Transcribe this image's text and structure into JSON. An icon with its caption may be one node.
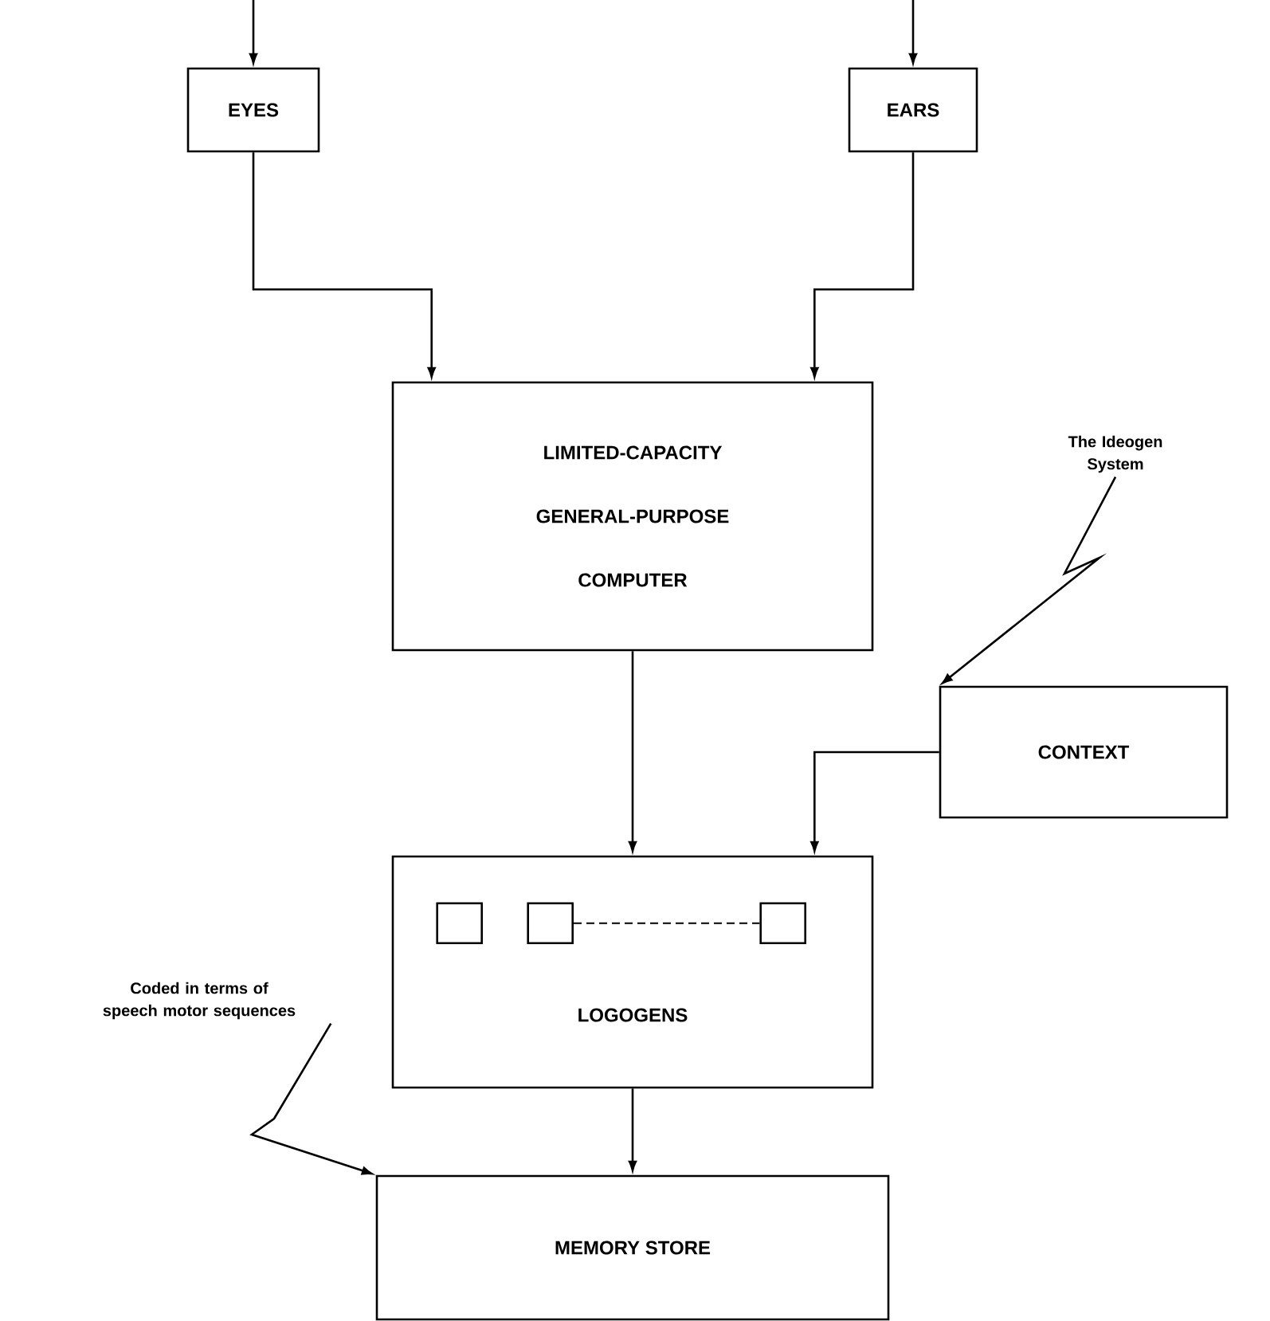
{
  "diagram": {
    "nodes": [
      {
        "text": [
          "EYES"
        ]
      },
      {
        "text": [
          "EARS"
        ]
      },
      {
        "text": [
          "LIMITED-CAPACITY GENERAL-PURPOSE COMPUTER"
        ]
      },
      {
        "text": [
          "CONTEXT"
        ]
      },
      {
        "text": [
          "LOGOGENS"
        ]
      },
      {
        "text": [],
        "shape": "box",
        "in": 4
      },
      {
        "text": [],
        "shape": "box",
        "in": 4
      },
      {
        "text": [],
        "shape": "box",
        "in": 4
      },
      {
        "text": [
          "MEMORY STORE"
        ]
      },
      {
        "text": [
          "The Ideogen System"
        ]
      },
      {
        "text": [
          "Coded in terms of speech motor sequences"
        ]
      }
    ],
    "edges": [
      {
        "from": null,
        "to": 0,
        "arrow": "to"
      },
      {
        "from": null,
        "to": 1,
        "arrow": "to"
      },
      {
        "from": 0,
        "to": 2,
        "arrow": "to"
      },
      {
        "from": 1,
        "to": 2,
        "arrow": "to"
      },
      {
        "from": 2,
        "to": 4,
        "arrow": "to"
      },
      {
        "from": 3,
        "to": 4,
        "arrow": "to"
      },
      {
        "from": 6,
        "to": 7,
        "arrow": "none",
        "style": "dashed"
      },
      {
        "from": 4,
        "to": 8,
        "arrow": "to"
      },
      {
        "from": 9,
        "to": 3,
        "arrow": "to"
      },
      {
        "from": 10,
        "to": 8,
        "arrow": "to"
      }
    ]
  }
}
